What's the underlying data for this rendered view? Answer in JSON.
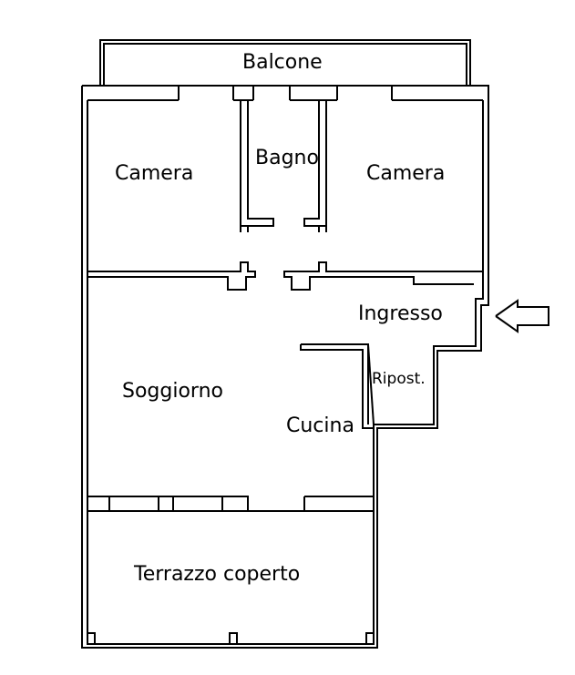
{
  "rooms": {
    "balcone": "Balcone",
    "camera_left": "Camera",
    "bagno": "Bagno",
    "camera_right": "Camera",
    "ingresso": "Ingresso",
    "ripostiglio": "Ripost.",
    "soggiorno": "Soggiorno",
    "cucina": "Cucina",
    "terrazzo": "Terrazzo coperto"
  },
  "icons": {
    "entrance": "arrow-left-icon"
  }
}
